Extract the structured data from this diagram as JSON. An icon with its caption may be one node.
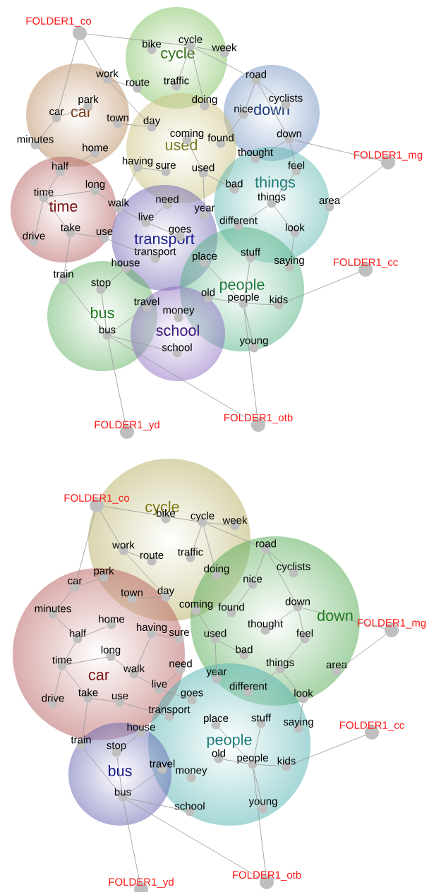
{
  "diagram": {
    "nodes": [
      {
        "text": [
          "cycle"
        ]
      },
      {
        "text": [
          "car"
        ]
      },
      {
        "text": [
          "down"
        ]
      },
      {
        "text": [
          "used"
        ]
      },
      {
        "text": [
          "time"
        ]
      },
      {
        "text": [
          "things"
        ]
      },
      {
        "text": [
          "transport"
        ]
      },
      {
        "text": [
          "people"
        ]
      },
      {
        "text": [
          "bus"
        ]
      },
      {
        "text": [
          "school"
        ]
      },
      {
        "text": [
          "FOLDER1_co"
        ]
      },
      {
        "text": [
          "bike"
        ]
      },
      {
        "text": [
          "cycle"
        ]
      },
      {
        "text": [
          "week"
        ]
      },
      {
        "text": [
          "work"
        ]
      },
      {
        "text": [
          "route"
        ]
      },
      {
        "text": [
          "traffic"
        ]
      },
      {
        "text": [
          "road"
        ]
      },
      {
        "text": [
          "doing"
        ]
      },
      {
        "text": [
          "park"
        ]
      },
      {
        "text": [
          "car"
        ]
      },
      {
        "text": [
          "town"
        ]
      },
      {
        "text": [
          "day"
        ]
      },
      {
        "text": [
          "nice"
        ]
      },
      {
        "text": [
          "cyclists"
        ]
      },
      {
        "text": [
          "minutes"
        ]
      },
      {
        "text": [
          "coming"
        ]
      },
      {
        "text": [
          "found"
        ]
      },
      {
        "text": [
          "down"
        ]
      },
      {
        "text": [
          "home"
        ]
      },
      {
        "text": [
          "half"
        ]
      },
      {
        "text": [
          "having"
        ]
      },
      {
        "text": [
          "sure"
        ]
      },
      {
        "text": [
          "used"
        ]
      },
      {
        "text": [
          "thought"
        ]
      },
      {
        "text": [
          "feel"
        ]
      },
      {
        "text": [
          "FOLDER1_mg"
        ]
      },
      {
        "text": [
          "long"
        ]
      },
      {
        "text": [
          "time"
        ]
      },
      {
        "text": [
          "walk"
        ]
      },
      {
        "text": [
          "bad"
        ]
      },
      {
        "text": [
          "things"
        ]
      },
      {
        "text": [
          "area"
        ]
      },
      {
        "text": [
          "need"
        ]
      },
      {
        "text": [
          "year"
        ]
      },
      {
        "text": [
          "live"
        ]
      },
      {
        "text": [
          "different"
        ]
      },
      {
        "text": [
          "look"
        ]
      },
      {
        "text": [
          "drive"
        ]
      },
      {
        "text": [
          "take"
        ]
      },
      {
        "text": [
          "use"
        ]
      },
      {
        "text": [
          "goes"
        ]
      },
      {
        "text": [
          "transport"
        ]
      },
      {
        "text": [
          "place"
        ]
      },
      {
        "text": [
          "stuff"
        ]
      },
      {
        "text": [
          "saying"
        ]
      },
      {
        "text": [
          "FOLDER1_cc"
        ]
      },
      {
        "text": [
          "house"
        ]
      },
      {
        "text": [
          "train"
        ]
      },
      {
        "text": [
          "stop"
        ]
      },
      {
        "text": [
          "old"
        ]
      },
      {
        "text": [
          "people"
        ]
      },
      {
        "text": [
          "kids"
        ]
      },
      {
        "text": [
          "travel"
        ]
      },
      {
        "text": [
          "money"
        ]
      },
      {
        "text": [
          "bus"
        ]
      },
      {
        "text": [
          "school"
        ]
      },
      {
        "text": [
          "young"
        ]
      },
      {
        "text": [
          "FOLDER1_yd"
        ]
      },
      {
        "text": [
          "FOLDER1_otb"
        ]
      },
      {
        "text": [
          "cycle"
        ]
      },
      {
        "text": [
          "car"
        ]
      },
      {
        "text": [
          "down"
        ]
      },
      {
        "text": [
          "people"
        ]
      },
      {
        "text": [
          "bus"
        ]
      },
      {
        "text": [
          "FOLDER1_co"
        ]
      },
      {
        "text": [
          "bike"
        ]
      },
      {
        "text": [
          "cycle"
        ]
      },
      {
        "text": [
          "week"
        ]
      },
      {
        "text": [
          "work"
        ]
      },
      {
        "text": [
          "route"
        ]
      },
      {
        "text": [
          "traffic"
        ]
      },
      {
        "text": [
          "road"
        ]
      },
      {
        "text": [
          "doing"
        ]
      },
      {
        "text": [
          "park"
        ]
      },
      {
        "text": [
          "car"
        ]
      },
      {
        "text": [
          "town"
        ]
      },
      {
        "text": [
          "day"
        ]
      },
      {
        "text": [
          "nice"
        ]
      },
      {
        "text": [
          "cyclists"
        ]
      },
      {
        "text": [
          "minutes"
        ]
      },
      {
        "text": [
          "coming"
        ]
      },
      {
        "text": [
          "found"
        ]
      },
      {
        "text": [
          "down"
        ]
      },
      {
        "text": [
          "home"
        ]
      },
      {
        "text": [
          "half"
        ]
      },
      {
        "text": [
          "having"
        ]
      },
      {
        "text": [
          "sure"
        ]
      },
      {
        "text": [
          "used"
        ]
      },
      {
        "text": [
          "thought"
        ]
      },
      {
        "text": [
          "feel"
        ]
      },
      {
        "text": [
          "FOLDER1_mg"
        ]
      },
      {
        "text": [
          "long"
        ]
      },
      {
        "text": [
          "time"
        ]
      },
      {
        "text": [
          "walk"
        ]
      },
      {
        "text": [
          "bad"
        ]
      },
      {
        "text": [
          "things"
        ]
      },
      {
        "text": [
          "area"
        ]
      },
      {
        "text": [
          "need"
        ]
      },
      {
        "text": [
          "year"
        ]
      },
      {
        "text": [
          "live"
        ]
      },
      {
        "text": [
          "different"
        ]
      },
      {
        "text": [
          "look"
        ]
      },
      {
        "text": [
          "drive"
        ]
      },
      {
        "text": [
          "take"
        ]
      },
      {
        "text": [
          "use"
        ]
      },
      {
        "text": [
          "goes"
        ]
      },
      {
        "text": [
          "transport"
        ]
      },
      {
        "text": [
          "place"
        ]
      },
      {
        "text": [
          "stuff"
        ]
      },
      {
        "text": [
          "saying"
        ]
      },
      {
        "text": [
          "FOLDER1_cc"
        ]
      },
      {
        "text": [
          "house"
        ]
      },
      {
        "text": [
          "train"
        ]
      },
      {
        "text": [
          "stop"
        ]
      },
      {
        "text": [
          "old"
        ]
      },
      {
        "text": [
          "people"
        ]
      },
      {
        "text": [
          "kids"
        ]
      },
      {
        "text": [
          "travel"
        ]
      },
      {
        "text": [
          "money"
        ]
      },
      {
        "text": [
          "bus"
        ]
      },
      {
        "text": [
          "school"
        ]
      },
      {
        "text": [
          "young"
        ]
      },
      {
        "text": [
          "FOLDER1_yd"
        ]
      },
      {
        "text": [
          "FOLDER1_otb"
        ]
      }
    ],
    "edges": [
      {
        "from": 10,
        "to": 12,
        "arrow": "none"
      },
      {
        "from": 10,
        "to": 14,
        "arrow": "none"
      },
      {
        "from": 10,
        "to": 20,
        "arrow": "none"
      },
      {
        "from": 12,
        "to": 13,
        "arrow": "none"
      },
      {
        "from": 12,
        "to": 17,
        "arrow": "none"
      },
      {
        "from": 12,
        "to": 16,
        "arrow": "none"
      },
      {
        "from": 12,
        "to": 18,
        "arrow": "none"
      },
      {
        "from": 14,
        "to": 15,
        "arrow": "none"
      },
      {
        "from": 14,
        "to": 22,
        "arrow": "none"
      },
      {
        "from": 20,
        "to": 19,
        "arrow": "none"
      },
      {
        "from": 20,
        "to": 25,
        "arrow": "none"
      },
      {
        "from": 21,
        "to": 22,
        "arrow": "none"
      },
      {
        "from": 25,
        "to": 30,
        "arrow": "none"
      },
      {
        "from": 30,
        "to": 29,
        "arrow": "none"
      },
      {
        "from": 30,
        "to": 38,
        "arrow": "none"
      },
      {
        "from": 38,
        "to": 37,
        "arrow": "none"
      },
      {
        "from": 38,
        "to": 48,
        "arrow": "none"
      },
      {
        "from": 38,
        "to": 49,
        "arrow": "none"
      },
      {
        "from": 49,
        "to": 58,
        "arrow": "none"
      },
      {
        "from": 49,
        "to": 50,
        "arrow": "none"
      },
      {
        "from": 50,
        "to": 52,
        "arrow": "none"
      },
      {
        "from": 37,
        "to": 39,
        "arrow": "none"
      },
      {
        "from": 39,
        "to": 45,
        "arrow": "none"
      },
      {
        "from": 31,
        "to": 39,
        "arrow": "none"
      },
      {
        "from": 31,
        "to": 32,
        "arrow": "none"
      },
      {
        "from": 45,
        "to": 43,
        "arrow": "none"
      },
      {
        "from": 45,
        "to": 51,
        "arrow": "none"
      },
      {
        "from": 17,
        "to": 23,
        "arrow": "none"
      },
      {
        "from": 17,
        "to": 24,
        "arrow": "none"
      },
      {
        "from": 17,
        "to": 28,
        "arrow": "none"
      },
      {
        "from": 23,
        "to": 27,
        "arrow": "none"
      },
      {
        "from": 26,
        "to": 33,
        "arrow": "none"
      },
      {
        "from": 33,
        "to": 44,
        "arrow": "none"
      },
      {
        "from": 33,
        "to": 40,
        "arrow": "none"
      },
      {
        "from": 28,
        "to": 34,
        "arrow": "none"
      },
      {
        "from": 28,
        "to": 35,
        "arrow": "none"
      },
      {
        "from": 28,
        "to": 36,
        "arrow": "none"
      },
      {
        "from": 36,
        "to": 42,
        "arrow": "none"
      },
      {
        "from": 35,
        "to": 41,
        "arrow": "none"
      },
      {
        "from": 41,
        "to": 46,
        "arrow": "none"
      },
      {
        "from": 41,
        "to": 47,
        "arrow": "none"
      },
      {
        "from": 47,
        "to": 55,
        "arrow": "none"
      },
      {
        "from": 53,
        "to": 61,
        "arrow": "none"
      },
      {
        "from": 61,
        "to": 60,
        "arrow": "none"
      },
      {
        "from": 61,
        "to": 62,
        "arrow": "none"
      },
      {
        "from": 61,
        "to": 54,
        "arrow": "none"
      },
      {
        "from": 61,
        "to": 67,
        "arrow": "none"
      },
      {
        "from": 61,
        "to": 69,
        "arrow": "none"
      },
      {
        "from": 56,
        "to": 62,
        "arrow": "none"
      },
      {
        "from": 58,
        "to": 65,
        "arrow": "none"
      },
      {
        "from": 65,
        "to": 59,
        "arrow": "none"
      },
      {
        "from": 59,
        "to": 57,
        "arrow": "none"
      },
      {
        "from": 65,
        "to": 63,
        "arrow": "none"
      },
      {
        "from": 65,
        "to": 66,
        "arrow": "none"
      },
      {
        "from": 65,
        "to": 69,
        "arrow": "none"
      },
      {
        "from": 65,
        "to": 68,
        "arrow": "none"
      },
      {
        "from": 75,
        "to": 77,
        "arrow": "none"
      },
      {
        "from": 75,
        "to": 79,
        "arrow": "none"
      },
      {
        "from": 75,
        "to": 85,
        "arrow": "none"
      },
      {
        "from": 77,
        "to": 78,
        "arrow": "none"
      },
      {
        "from": 77,
        "to": 82,
        "arrow": "none"
      },
      {
        "from": 77,
        "to": 81,
        "arrow": "none"
      },
      {
        "from": 77,
        "to": 83,
        "arrow": "none"
      },
      {
        "from": 79,
        "to": 80,
        "arrow": "none"
      },
      {
        "from": 79,
        "to": 87,
        "arrow": "none"
      },
      {
        "from": 85,
        "to": 84,
        "arrow": "none"
      },
      {
        "from": 85,
        "to": 90,
        "arrow": "none"
      },
      {
        "from": 86,
        "to": 87,
        "arrow": "none"
      },
      {
        "from": 90,
        "to": 95,
        "arrow": "none"
      },
      {
        "from": 95,
        "to": 94,
        "arrow": "none"
      },
      {
        "from": 95,
        "to": 103,
        "arrow": "none"
      },
      {
        "from": 103,
        "to": 102,
        "arrow": "none"
      },
      {
        "from": 103,
        "to": 113,
        "arrow": "none"
      },
      {
        "from": 103,
        "to": 114,
        "arrow": "none"
      },
      {
        "from": 114,
        "to": 123,
        "arrow": "none"
      },
      {
        "from": 114,
        "to": 115,
        "arrow": "none"
      },
      {
        "from": 115,
        "to": 117,
        "arrow": "none"
      },
      {
        "from": 102,
        "to": 104,
        "arrow": "none"
      },
      {
        "from": 104,
        "to": 110,
        "arrow": "none"
      },
      {
        "from": 96,
        "to": 104,
        "arrow": "none"
      },
      {
        "from": 96,
        "to": 97,
        "arrow": "none"
      },
      {
        "from": 110,
        "to": 108,
        "arrow": "none"
      },
      {
        "from": 110,
        "to": 116,
        "arrow": "none"
      },
      {
        "from": 82,
        "to": 88,
        "arrow": "none"
      },
      {
        "from": 82,
        "to": 89,
        "arrow": "none"
      },
      {
        "from": 82,
        "to": 93,
        "arrow": "none"
      },
      {
        "from": 88,
        "to": 92,
        "arrow": "none"
      },
      {
        "from": 91,
        "to": 98,
        "arrow": "none"
      },
      {
        "from": 98,
        "to": 109,
        "arrow": "none"
      },
      {
        "from": 98,
        "to": 105,
        "arrow": "none"
      },
      {
        "from": 93,
        "to": 99,
        "arrow": "none"
      },
      {
        "from": 93,
        "to": 100,
        "arrow": "none"
      },
      {
        "from": 93,
        "to": 101,
        "arrow": "none"
      },
      {
        "from": 101,
        "to": 107,
        "arrow": "none"
      },
      {
        "from": 100,
        "to": 106,
        "arrow": "none"
      },
      {
        "from": 106,
        "to": 111,
        "arrow": "none"
      },
      {
        "from": 106,
        "to": 112,
        "arrow": "none"
      },
      {
        "from": 112,
        "to": 120,
        "arrow": "none"
      },
      {
        "from": 118,
        "to": 126,
        "arrow": "none"
      },
      {
        "from": 126,
        "to": 125,
        "arrow": "none"
      },
      {
        "from": 126,
        "to": 127,
        "arrow": "none"
      },
      {
        "from": 126,
        "to": 119,
        "arrow": "none"
      },
      {
        "from": 126,
        "to": 132,
        "arrow": "none"
      },
      {
        "from": 126,
        "to": 134,
        "arrow": "none"
      },
      {
        "from": 121,
        "to": 127,
        "arrow": "none"
      },
      {
        "from": 123,
        "to": 130,
        "arrow": "none"
      },
      {
        "from": 130,
        "to": 124,
        "arrow": "none"
      },
      {
        "from": 124,
        "to": 122,
        "arrow": "none"
      },
      {
        "from": 130,
        "to": 128,
        "arrow": "none"
      },
      {
        "from": 130,
        "to": 131,
        "arrow": "none"
      },
      {
        "from": 130,
        "to": 134,
        "arrow": "none"
      },
      {
        "from": 130,
        "to": 133,
        "arrow": "none"
      }
    ]
  }
}
